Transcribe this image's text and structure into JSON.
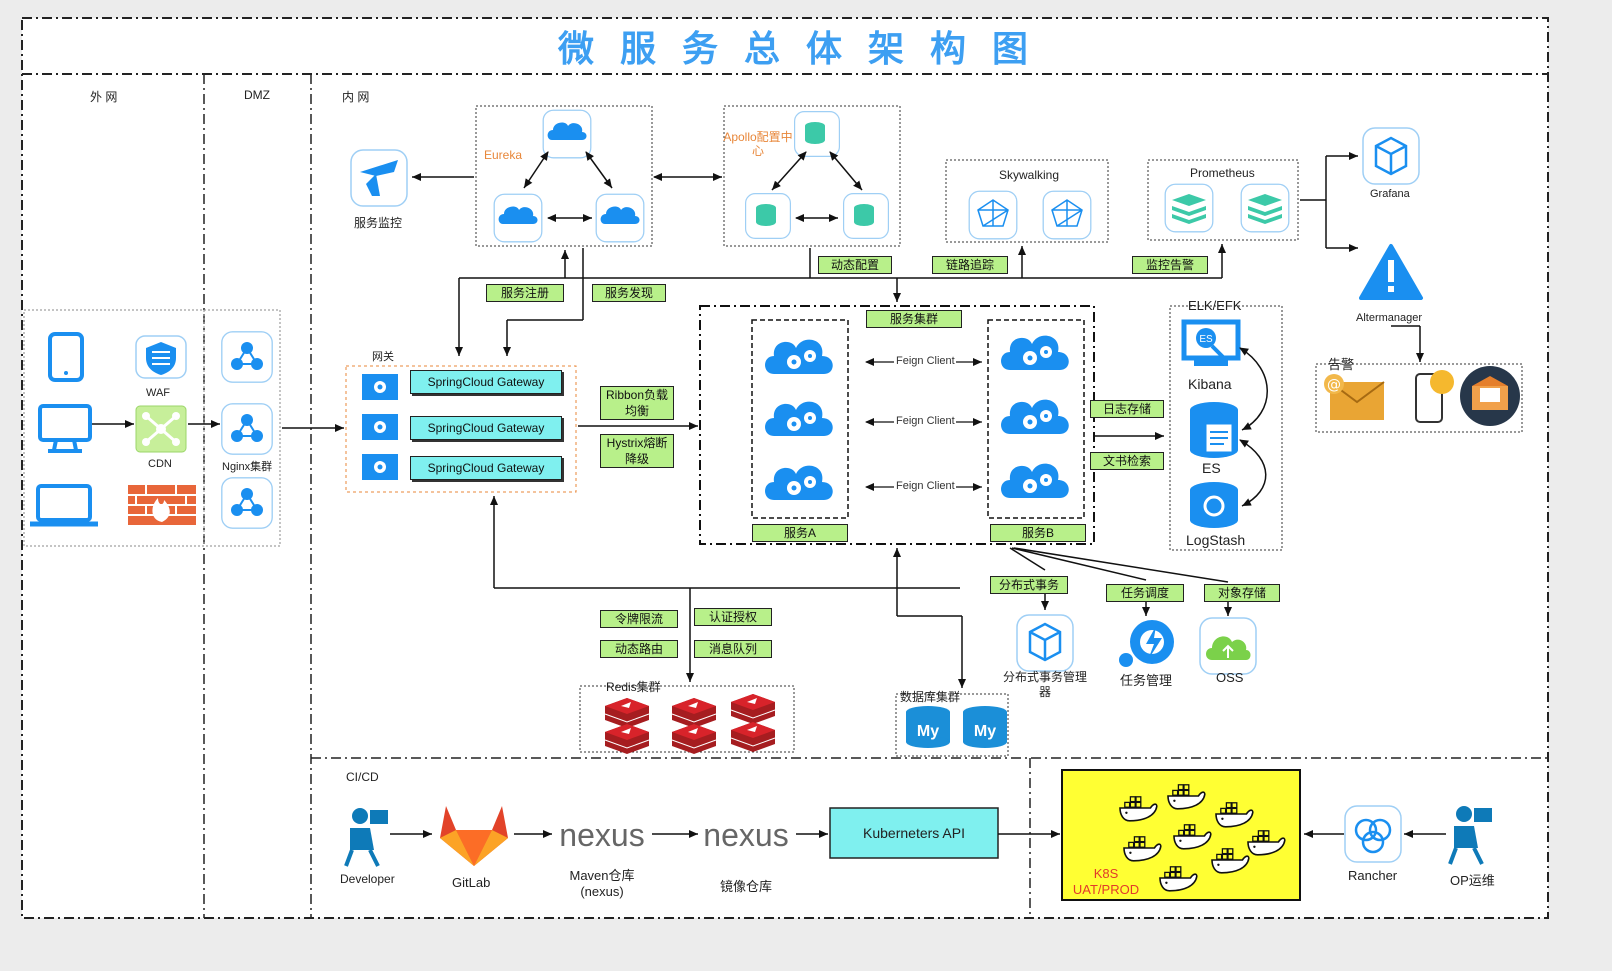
{
  "title": "微服务总体架构图",
  "zones": {
    "outer_net": "外 网",
    "dmz": "DMZ",
    "inner_net": "内 网",
    "cicd": "CI/CD"
  },
  "external": {
    "waf": "WAF",
    "cdn": "CDN",
    "nginx": "Nginx集群"
  },
  "monitor": {
    "service_monitor": "服务监控",
    "eureka": "Eureka",
    "apollo": "Apollo配置中心",
    "skywalking": "Skywalking",
    "prometheus": "Prometheus",
    "grafana": "Grafana",
    "altermanager": "Altermanager",
    "alert": "告警"
  },
  "tags": {
    "service_register": "服务注册",
    "service_discovery": "服务发现",
    "dynamic_config": "动态配置",
    "tracing": "链路追踪",
    "monitor_alert": "监控告警",
    "service_cluster": "服务集群",
    "ribbon": "Ribbon负载均衡",
    "hystrix": "Hystrix熔断降级",
    "log_store": "日志存储",
    "doc_search": "文书检索",
    "service_a": "服务A",
    "service_b": "服务B",
    "dist_tx": "分布式事务",
    "task_schedule": "任务调度",
    "object_store": "对象存储",
    "token_limit": "令牌限流",
    "auth": "认证授权",
    "dynamic_route": "动态路由",
    "mq": "消息队列"
  },
  "gateway": {
    "label": "网关",
    "items": [
      "SpringCloud Gateway",
      "SpringCloud Gateway",
      "SpringCloud Gateway"
    ]
  },
  "feign": [
    "Feign Client",
    "Feign Client",
    "Feign Client"
  ],
  "elk": {
    "title": "ELK/EFK",
    "kibana": "Kibana",
    "es": "ES",
    "logstash": "LogStash"
  },
  "storage": {
    "redis": "Redis集群",
    "db": "数据库集群",
    "tx_manager": "分布式事务管理器",
    "task_manager": "任务管理",
    "oss": "OSS"
  },
  "cicd": {
    "developer": "Developer",
    "gitlab": "GitLab",
    "nexus_word": "nexus",
    "maven": "Maven仓库(nexus)",
    "image_repo": "镜像仓库",
    "k8s_api": "Kuberneters API",
    "k8s_env": "K8S UAT/PROD",
    "rancher": "Rancher",
    "op": "OP运维"
  },
  "colors": {
    "accent_blue": "#3d9ff2",
    "tag_green": "#b8f08a",
    "gateway_cyan": "#7ff0ef",
    "k8s_yellow": "#ffff33",
    "redis_red": "#d8232a",
    "mysql_blue": "#1b8fd8"
  }
}
